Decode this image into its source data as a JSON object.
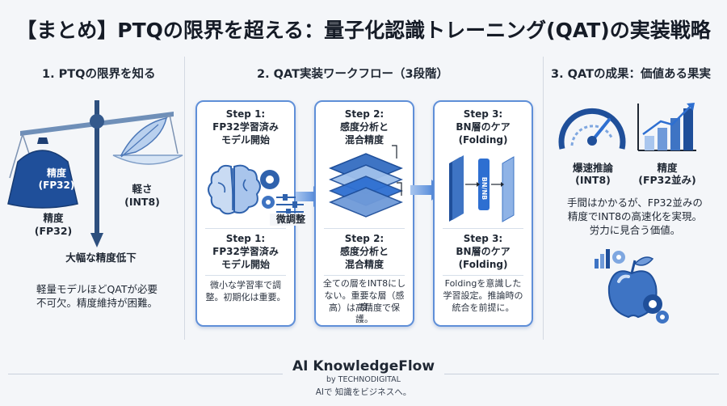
{
  "title": "【まとめ】PTQの限界を超える：量子化認識トレーニング(QAT)の実装戦略",
  "section1": {
    "heading": "1. PTQの限界を知る",
    "weight_label_line1": "精度",
    "weight_label_line2": "(FP32)",
    "light_label_line1": "軽さ",
    "light_label_line2": "(INT8)",
    "left_label_line1": "精度",
    "left_label_line2": "(FP32)",
    "drop_label": "大幅な精度低下",
    "note_line1": "軽量モデルほどQATが必要",
    "note_line2": "不可欠。精度維持が困難。"
  },
  "section2": {
    "heading": "2. QAT実装ワークフロー（3段階）",
    "fine_tune_label": "微調整",
    "steps": [
      {
        "title_line1": "Step 1:",
        "title_line2": "FP32学習済み",
        "title_line3": "モデル開始",
        "desc_line1": "微小な学習率で調",
        "desc_line2": "整。初期化は重要。",
        "desc_line3": ""
      },
      {
        "title_line1": "Step 2:",
        "title_line2": "感度分析と",
        "title_line3": "混合精度",
        "desc_line1": "全ての層をINT8にし",
        "desc_line2": "ない。重要な層（感度",
        "desc_line3": "高）は高精度で保護。"
      },
      {
        "title_line1": "Step 3:",
        "title_line2": "BN層のケア",
        "title_line3": "(Folding)",
        "desc_line1": "Foldingを意識した",
        "desc_line2": "学習設定。推論時の",
        "desc_line3": "統合を前提に。"
      }
    ],
    "bn_text": "BN/NB"
  },
  "section3": {
    "heading": "3. QATの成果：価値ある果実",
    "speed_line1": "爆速推論",
    "speed_line2": "(INT8)",
    "acc_line1": "精度",
    "acc_line2": "(FP32並み)",
    "note_line1": "手間はかかるが、FP32並みの",
    "note_line2": "精度でINT8の高速化を実現。",
    "note_line3": "労力に見合う価値。"
  },
  "footer": {
    "brand": "AI KnowledgeFlow",
    "by": "by TECHNODIGITAL",
    "tagline": "AIで 知識をビジネスへ。"
  },
  "colors": {
    "accent": "#2e6fd1",
    "dark_blue": "#1f4f9a",
    "card_border": "#5f8fd8",
    "background": "#f4f6f9"
  }
}
